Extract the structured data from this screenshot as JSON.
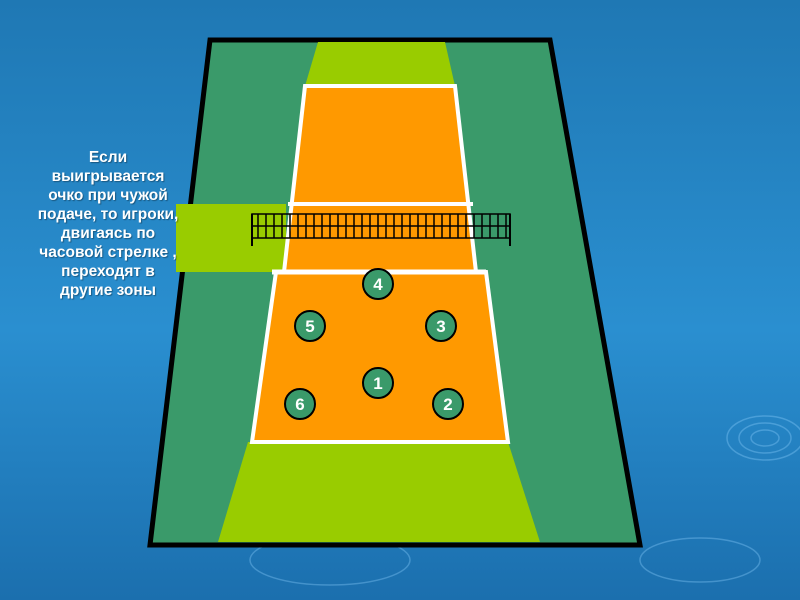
{
  "caption": "Если\nвыигрывается\nочко при чужой\nподаче, то игроки,\nдвигаясь по\nчасовой стрелке ,\nпереходят в\nдругие зоны",
  "zones": [
    {
      "number": "4"
    },
    {
      "number": "5"
    },
    {
      "number": "3"
    },
    {
      "number": "1"
    },
    {
      "number": "6"
    },
    {
      "number": "2"
    }
  ],
  "colors": {
    "background": "#1f78b4",
    "outer_field": "#3a9a6a",
    "free_zone": "#99cc00",
    "court": "#ff9900",
    "lines": "#ffffff",
    "player_fill": "#3a9a6a",
    "border": "#000000"
  }
}
